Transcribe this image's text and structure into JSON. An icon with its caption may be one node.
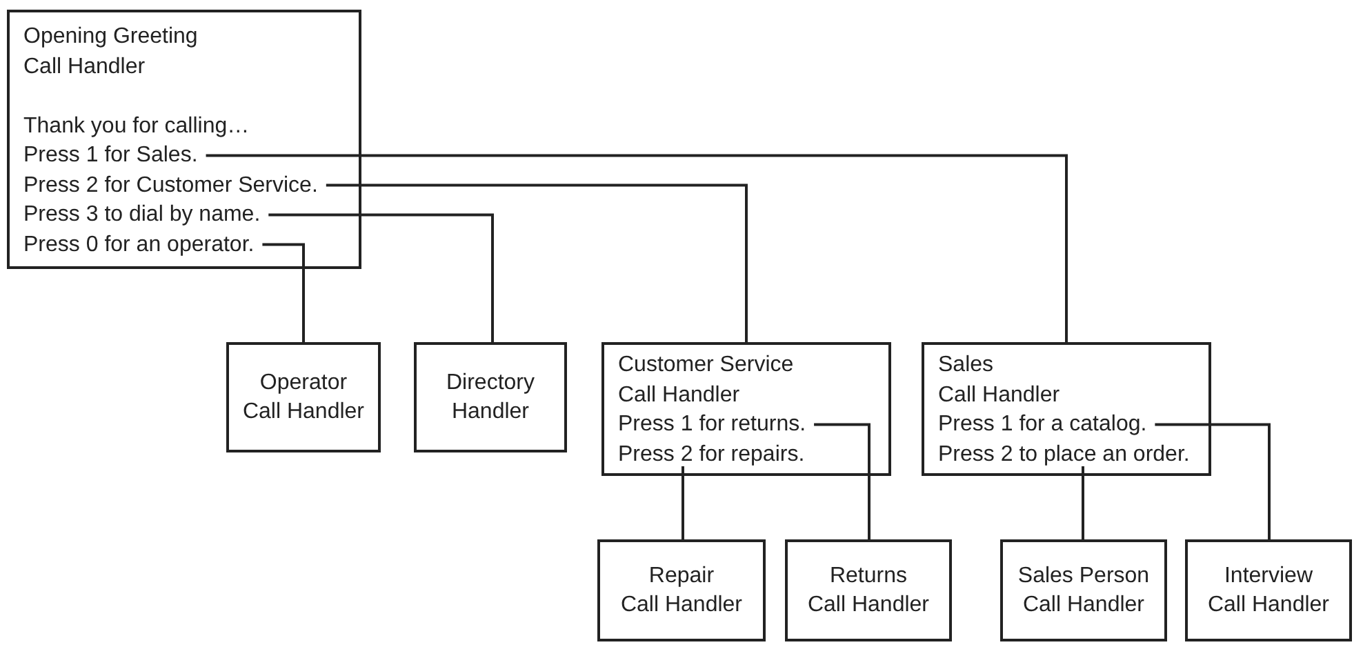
{
  "diagram": {
    "nodes": [
      {
        "text": [
          "Opening Greeting Call Handler",
          "Thank you for calling…"
        ]
      },
      {
        "text": [
          "Press 1 for Sales."
        ],
        "in": 0
      },
      {
        "text": [
          "Press 2 for Customer Service."
        ],
        "in": 0
      },
      {
        "text": [
          "Press 3 to dial by name."
        ],
        "in": 0
      },
      {
        "text": [
          "Press 0 for an operator."
        ],
        "in": 0
      },
      {
        "text": [
          "Operator Call Handler"
        ]
      },
      {
        "text": [
          "Directory Handler"
        ]
      },
      {
        "text": [
          "Customer Service Call Handler"
        ]
      },
      {
        "text": [
          "Press 1 for returns."
        ],
        "in": 7
      },
      {
        "text": [
          "Press 2 for repairs."
        ],
        "in": 7
      },
      {
        "text": [
          "Sales Call Handler"
        ]
      },
      {
        "text": [
          "Press 1 for a catalog."
        ],
        "in": 10
      },
      {
        "text": [
          "Press 2 to place an order."
        ],
        "in": 10
      },
      {
        "text": [
          "Repair Call Handler"
        ]
      },
      {
        "text": [
          "Returns Call Handler"
        ]
      },
      {
        "text": [
          "Sales Person Call Handler"
        ]
      },
      {
        "text": [
          "Interview Call Handler"
        ]
      }
    ],
    "edges": [
      {
        "from": 1,
        "to": 10,
        "arrow": "none"
      },
      {
        "from": 2,
        "to": 7,
        "arrow": "none"
      },
      {
        "from": 3,
        "to": 6,
        "arrow": "none"
      },
      {
        "from": 4,
        "to": 5,
        "arrow": "none"
      },
      {
        "from": 8,
        "to": 14,
        "arrow": "none"
      },
      {
        "from": 9,
        "to": 13,
        "arrow": "none"
      },
      {
        "from": 11,
        "to": 16,
        "arrow": "none"
      },
      {
        "from": 12,
        "to": 15,
        "arrow": "none"
      }
    ]
  }
}
